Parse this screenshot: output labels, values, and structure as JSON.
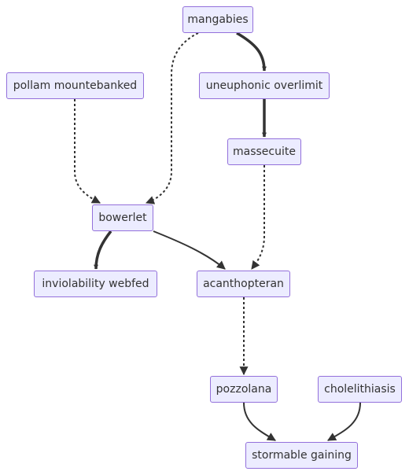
{
  "diagram": {
    "type": "flowchart",
    "colors": {
      "node_fill": "#ececff",
      "node_border": "#9370db",
      "edge": "#333333",
      "text": "#333333"
    },
    "nodes": [
      {
        "id": "mangabies",
        "label": "mangabies"
      },
      {
        "id": "pollam",
        "label": "pollam mountebanked"
      },
      {
        "id": "uneuphonic",
        "label": "uneuphonic overlimit"
      },
      {
        "id": "massecuite",
        "label": "massecuite"
      },
      {
        "id": "bowerlet",
        "label": "bowerlet"
      },
      {
        "id": "inviolability",
        "label": "inviolability webfed"
      },
      {
        "id": "acanthopteran",
        "label": "acanthopteran"
      },
      {
        "id": "pozzolana",
        "label": "pozzolana"
      },
      {
        "id": "cholelithiasis",
        "label": "cholelithiasis"
      },
      {
        "id": "stormable",
        "label": "stormable gaining"
      }
    ],
    "edges": [
      {
        "from": "mangabies",
        "to": "uneuphonic",
        "style": "thick"
      },
      {
        "from": "mangabies",
        "to": "bowerlet",
        "style": "dotted"
      },
      {
        "from": "pollam",
        "to": "bowerlet",
        "style": "dotted"
      },
      {
        "from": "uneuphonic",
        "to": "massecuite",
        "style": "thick"
      },
      {
        "from": "massecuite",
        "to": "acanthopteran",
        "style": "dotted"
      },
      {
        "from": "bowerlet",
        "to": "inviolability",
        "style": "thick"
      },
      {
        "from": "bowerlet",
        "to": "acanthopteran",
        "style": "normal"
      },
      {
        "from": "acanthopteran",
        "to": "pozzolana",
        "style": "dotted"
      },
      {
        "from": "pozzolana",
        "to": "stormable",
        "style": "normal"
      },
      {
        "from": "cholelithiasis",
        "to": "stormable",
        "style": "normal"
      }
    ]
  }
}
